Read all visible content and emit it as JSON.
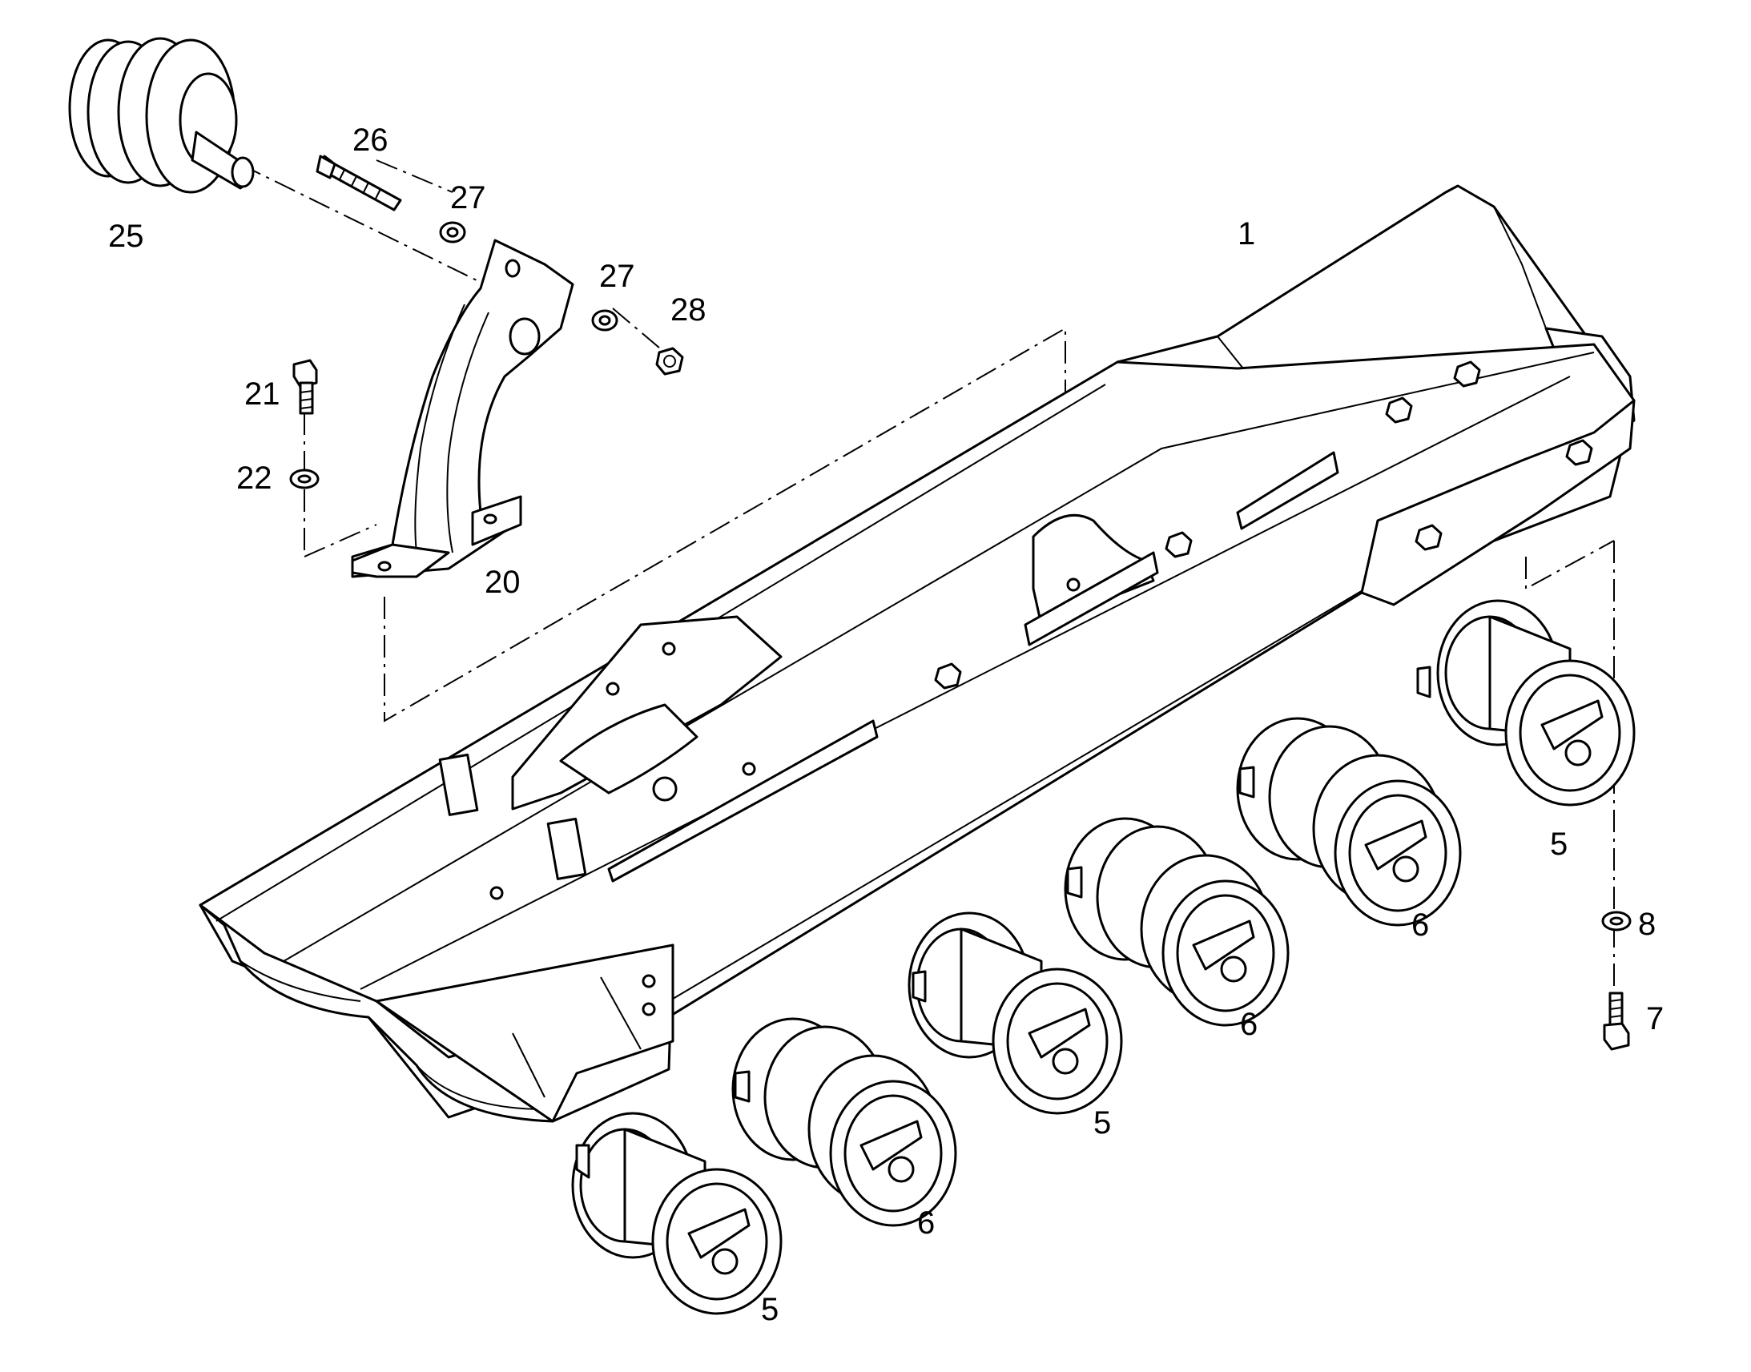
{
  "diagram": {
    "callouts": [
      {
        "id": "label-1",
        "text": "1"
      },
      {
        "id": "label-5a",
        "text": "5"
      },
      {
        "id": "label-5b",
        "text": "5"
      },
      {
        "id": "label-5c",
        "text": "5"
      },
      {
        "id": "label-6a",
        "text": "6"
      },
      {
        "id": "label-6b",
        "text": "6"
      },
      {
        "id": "label-6c",
        "text": "6"
      },
      {
        "id": "label-7",
        "text": "7"
      },
      {
        "id": "label-8",
        "text": "8"
      },
      {
        "id": "label-20",
        "text": "20"
      },
      {
        "id": "label-21",
        "text": "21"
      },
      {
        "id": "label-22",
        "text": "22"
      },
      {
        "id": "label-25",
        "text": "25"
      },
      {
        "id": "label-26",
        "text": "26"
      },
      {
        "id": "label-27a",
        "text": "27"
      },
      {
        "id": "label-27b",
        "text": "27"
      },
      {
        "id": "label-28",
        "text": "28"
      }
    ]
  }
}
